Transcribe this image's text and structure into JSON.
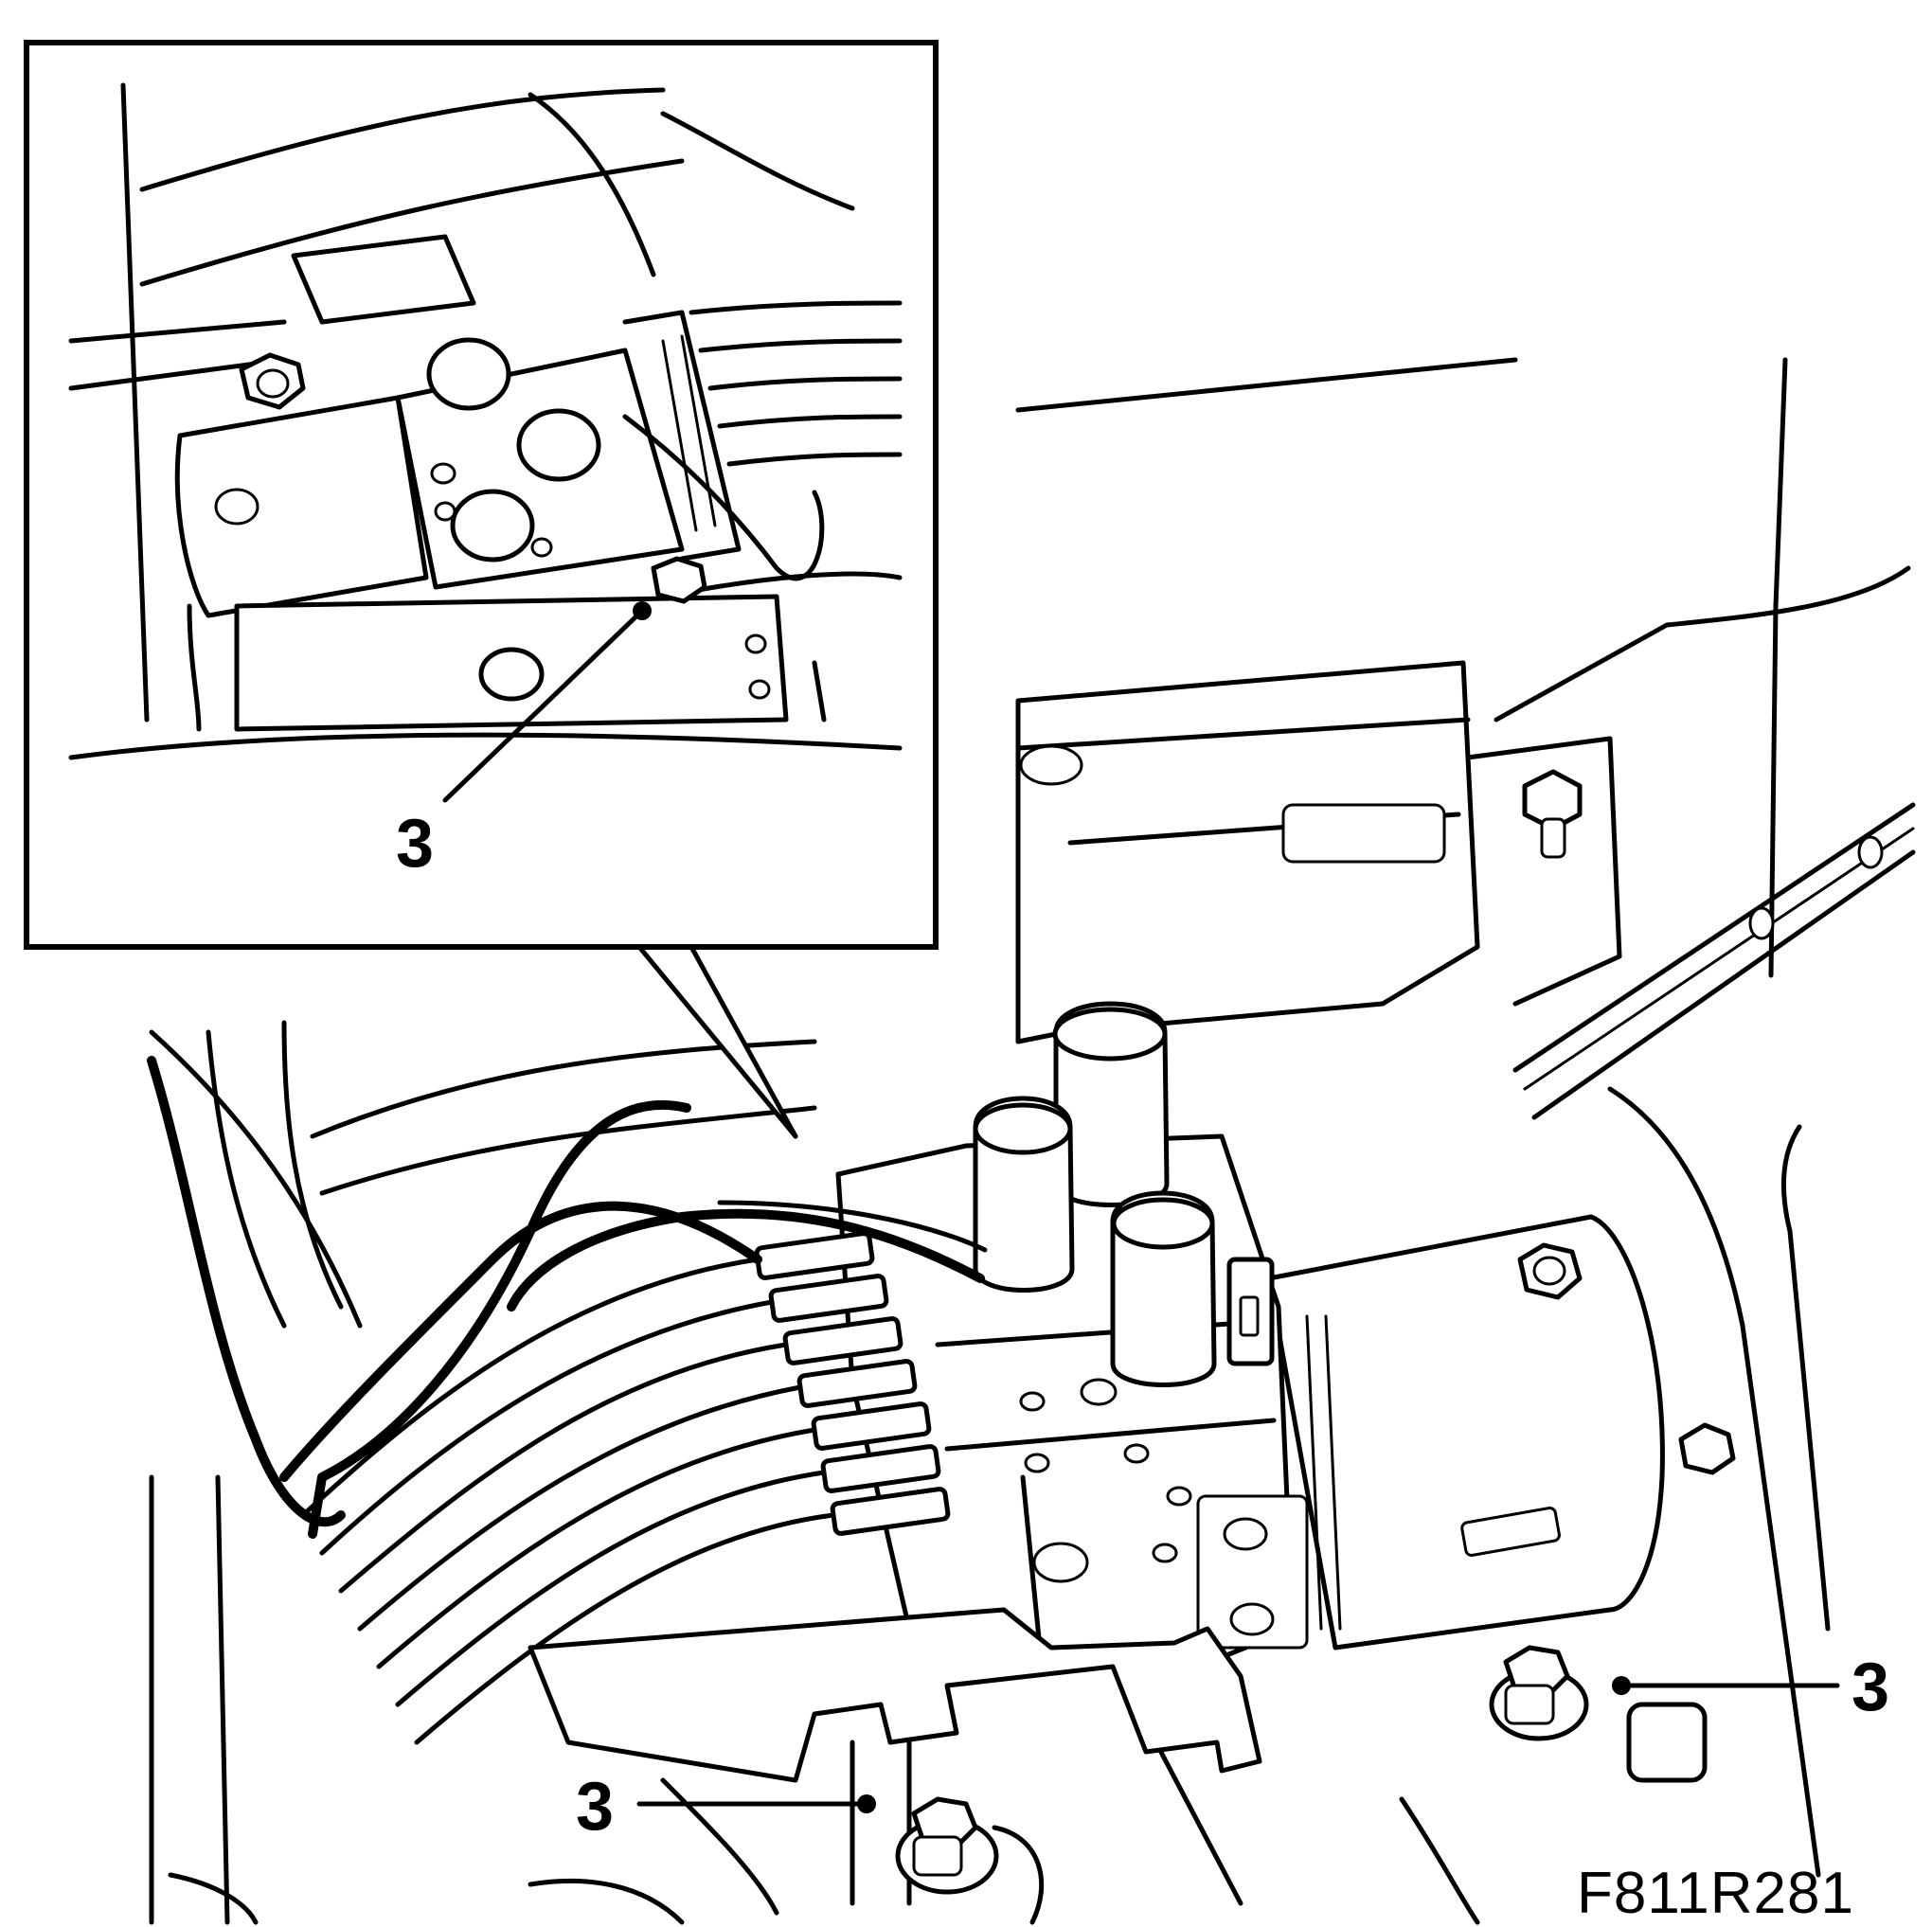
{
  "figure": {
    "reference_code": "F811R281",
    "callouts": [
      {
        "id": "inset",
        "label": "3"
      },
      {
        "id": "front-left",
        "label": "3"
      },
      {
        "id": "rear-right",
        "label": "3"
      }
    ]
  },
  "colors": {
    "line": "#000000",
    "background": "#ffffff"
  }
}
